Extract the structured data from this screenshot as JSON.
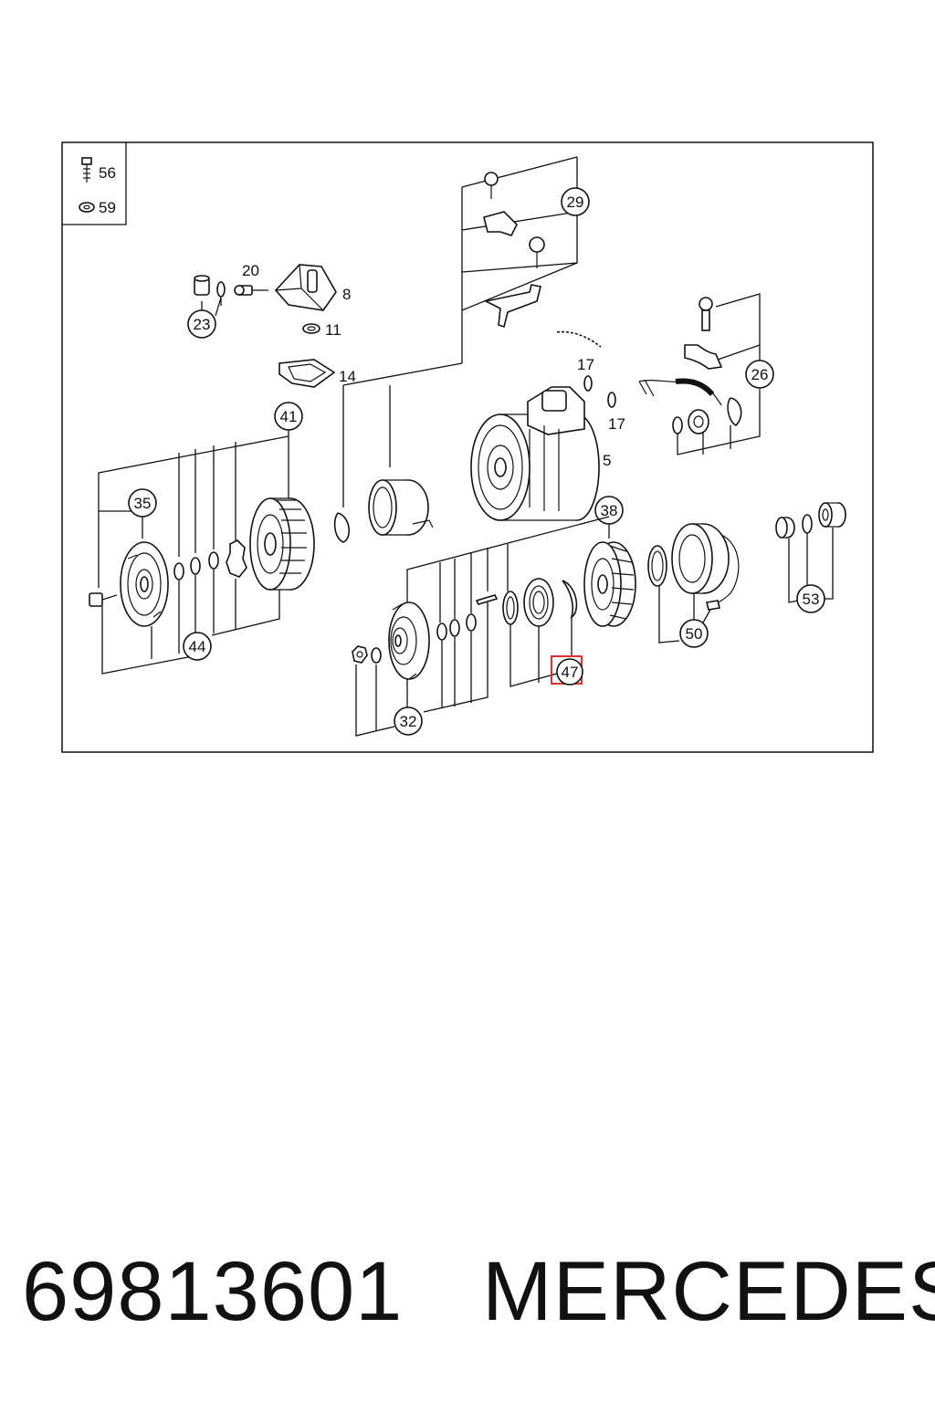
{
  "diagram": {
    "legend": {
      "bolt_ref": "56",
      "washer_ref": "59"
    },
    "plain_labels": {
      "l20": "20",
      "l8": "8",
      "l11": "11",
      "l14": "14",
      "l17a": "17",
      "l17b": "17",
      "l5": "5"
    },
    "circled_labels": {
      "c29": "29",
      "c23": "23",
      "c41": "41",
      "c26": "26",
      "c35": "35",
      "c38": "38",
      "c44": "44",
      "c53": "53",
      "c50": "50",
      "c32": "32",
      "c47": "47"
    },
    "highlighted_ref": "47",
    "colors": {
      "line": "#111111",
      "highlight": "#e03030",
      "highlight_text": "#777777"
    }
  },
  "caption": {
    "part_number": "69813601",
    "brand": "MERCEDES"
  }
}
